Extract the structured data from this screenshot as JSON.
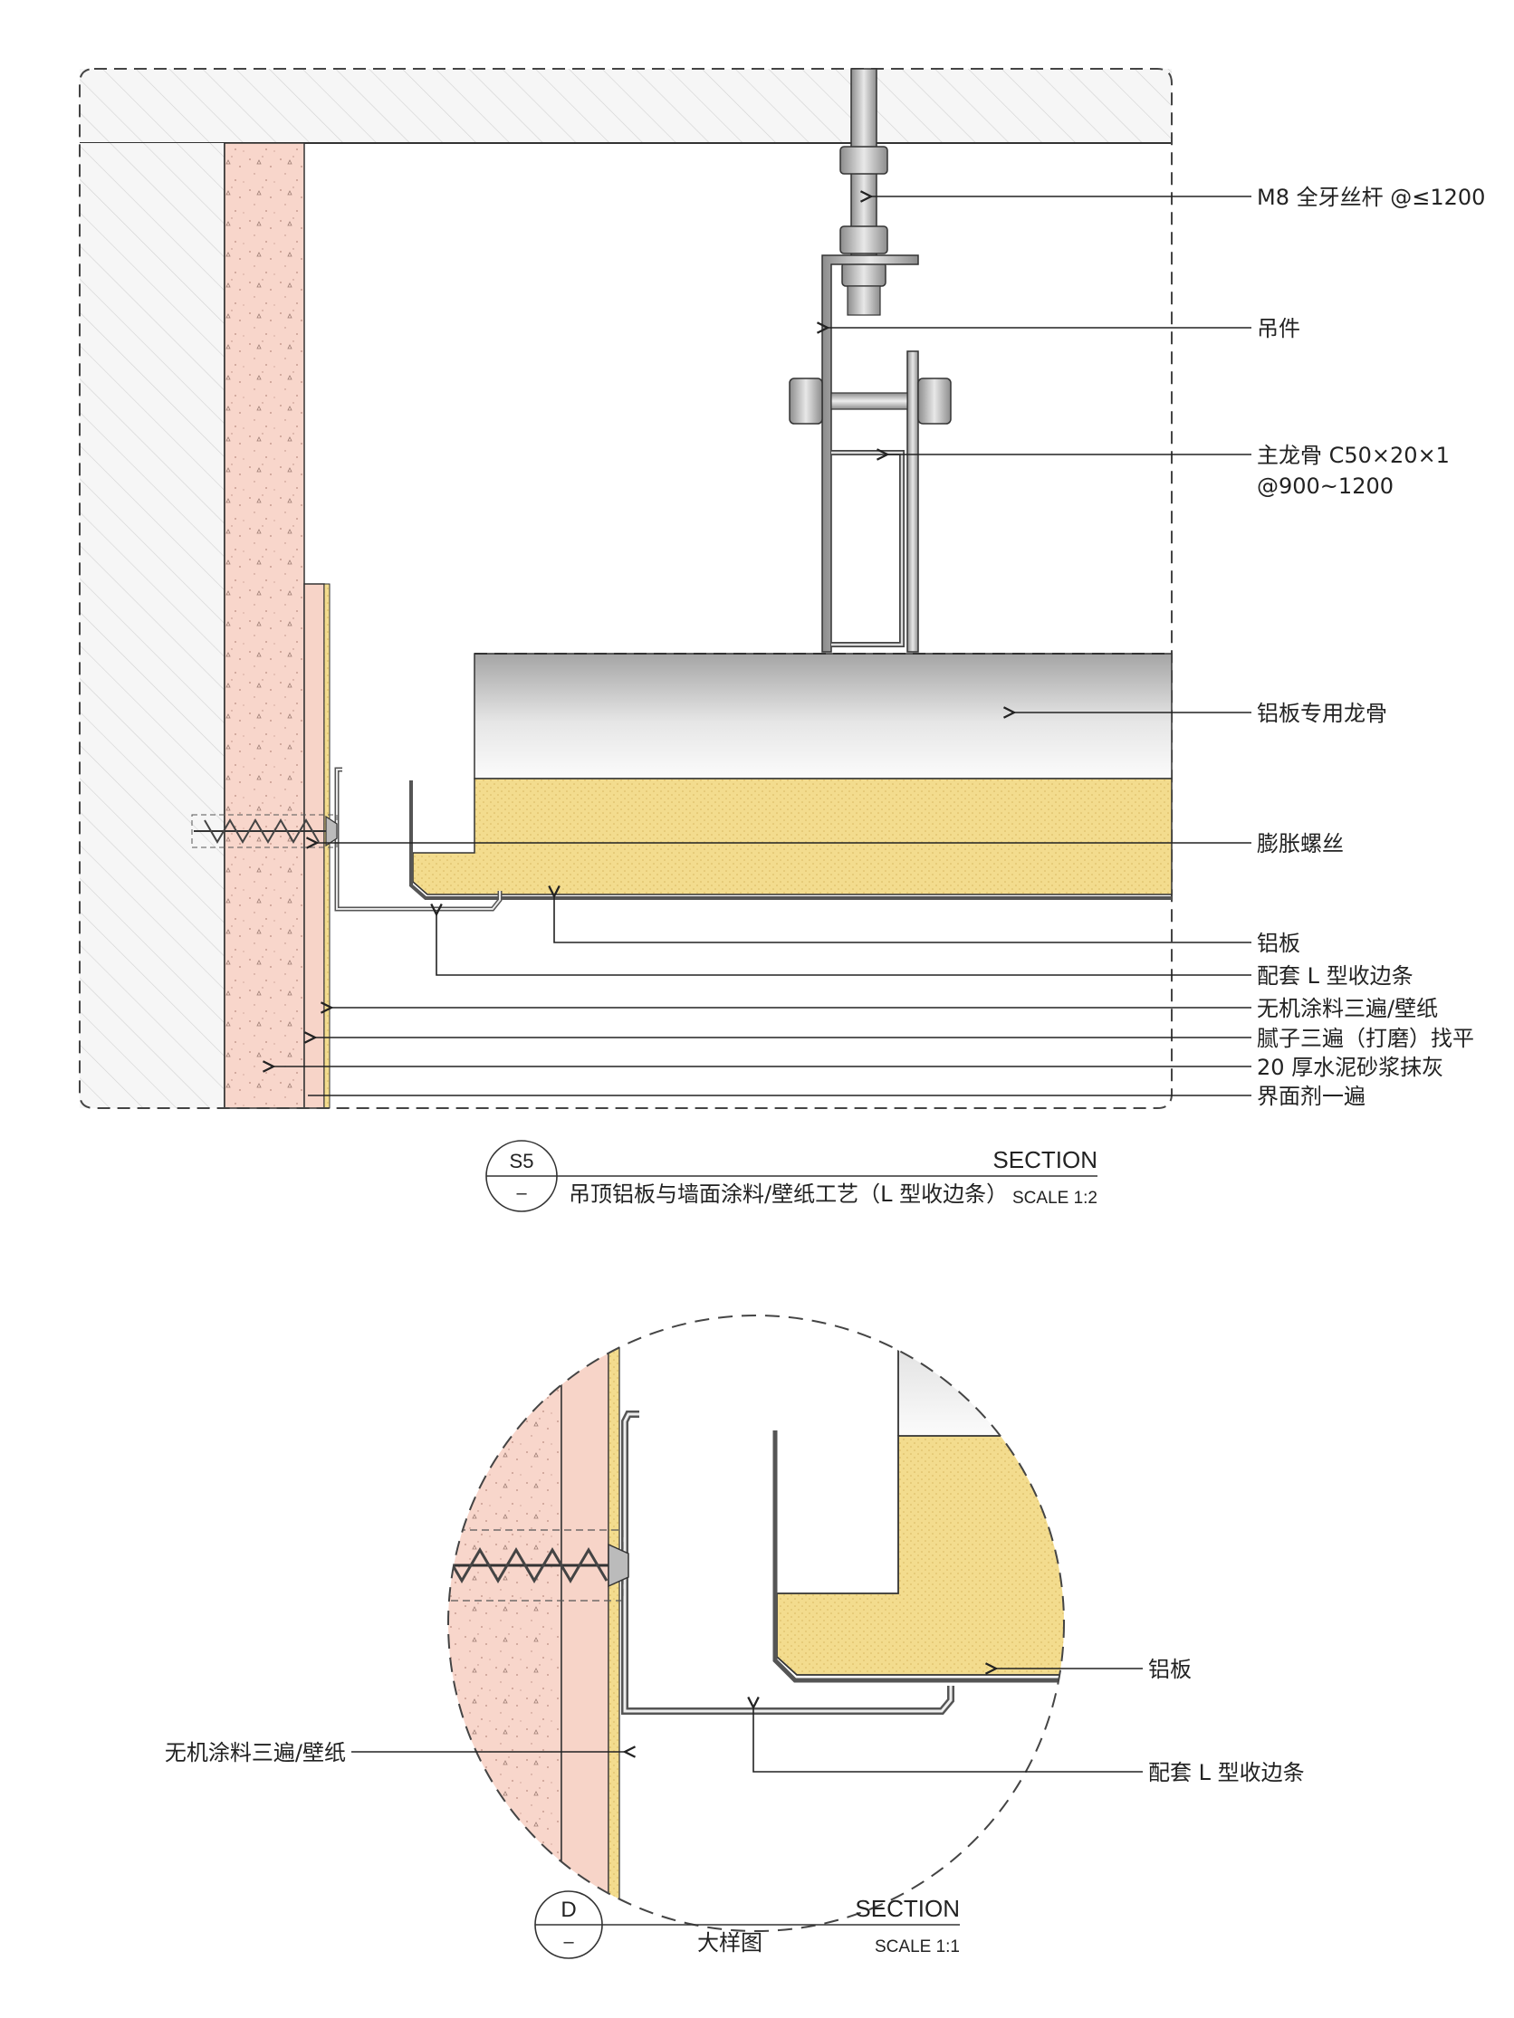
{
  "section_s5": {
    "symbol_top": "S5",
    "symbol_bottom": "–",
    "heading": "SECTION",
    "subtitle": "吊顶铝板与墙面涂料/壁纸工艺（L 型收边条）",
    "scale": "SCALE 1:2",
    "callouts": {
      "rod": "M8 全牙丝杆 @≤1200",
      "hanger": "吊件",
      "main_keel_line1": "主龙骨 C50×20×1",
      "main_keel_line2": "@900~1200",
      "panel_keel": "铝板专用龙骨",
      "anchor": "膨胀螺丝",
      "panel": "铝板",
      "trim": "配套 L 型收边条",
      "finish": "无机涂料三遍/壁纸",
      "putty": "腻子三遍（打磨）找平",
      "mortar": "20 厚水泥砂浆抹灰",
      "primer": "界面剂一遍"
    }
  },
  "section_d": {
    "symbol_top": "D",
    "symbol_bottom": "–",
    "heading": "SECTION",
    "subtitle": "大样图",
    "scale": "SCALE 1:1",
    "callouts": {
      "panel": "铝板",
      "trim": "配套 L 型收边条",
      "finish": "无机涂料三遍/壁纸"
    }
  },
  "colors": {
    "concrete": "#f4f4f4",
    "plaster": "#f7d4c8",
    "insulation": "#f3dc8e",
    "keel_dark": "#9a9a9a",
    "line": "#333333"
  }
}
